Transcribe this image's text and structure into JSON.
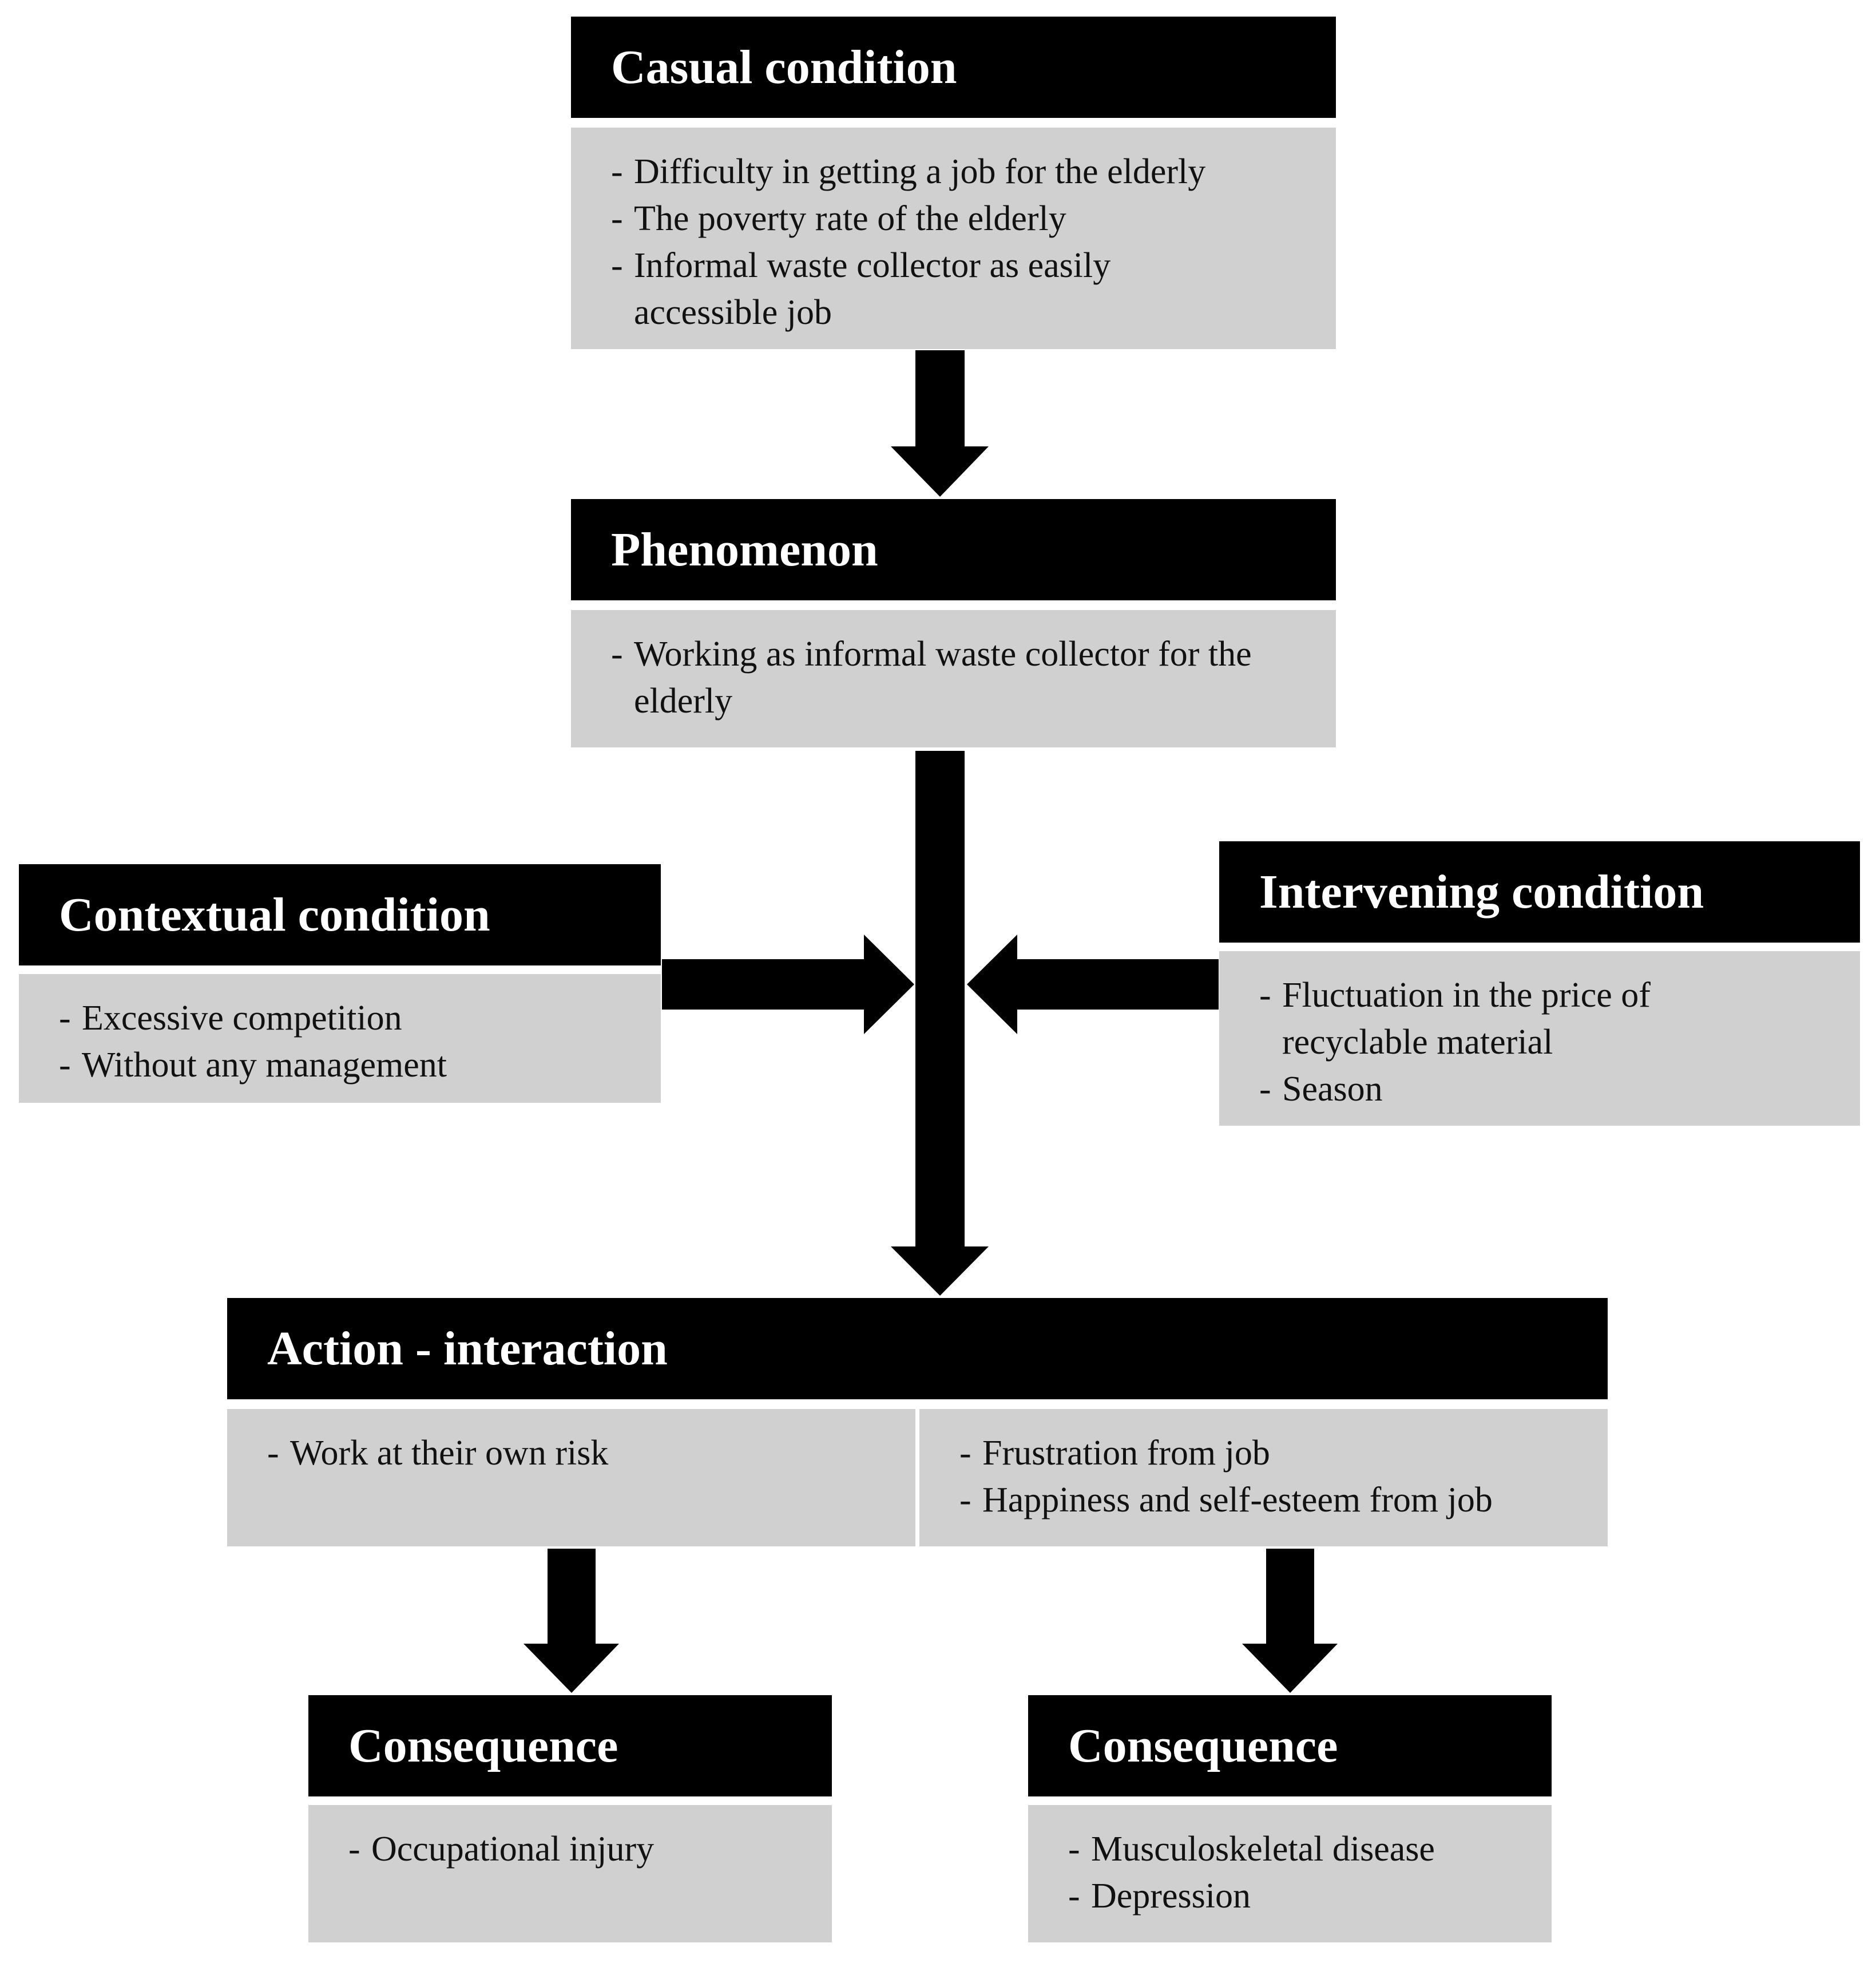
{
  "casual": {
    "title": "Casual condition",
    "items": [
      "Difficulty in getting a job for the elderly",
      "The poverty rate of the elderly",
      "Informal waste collector as easily accessible job"
    ]
  },
  "phenomenon": {
    "title": "Phenomenon",
    "items": [
      "Working as informal waste collector for the elderly"
    ]
  },
  "contextual": {
    "title": "Contextual condition",
    "items": [
      "Excessive competition",
      "Without any management"
    ]
  },
  "intervening": {
    "title": "Intervening condition",
    "items": [
      "Fluctuation in the price of recyclable material",
      "Season"
    ]
  },
  "action": {
    "title": "Action - interaction",
    "left_items": [
      "Work at their own risk"
    ],
    "right_items": [
      "Frustration from job",
      "Happiness and self-esteem from job"
    ]
  },
  "consequence_left": {
    "title": "Consequence",
    "items": [
      "Occupational injury"
    ]
  },
  "consequence_right": {
    "title": "Consequence",
    "items": [
      "Musculoskeletal disease",
      "Depression"
    ]
  },
  "dash": "-",
  "colors": {
    "header_bg": "#000000",
    "header_text": "#ffffff",
    "body_bg": "#d0d0d0",
    "arrow": "#000000"
  }
}
